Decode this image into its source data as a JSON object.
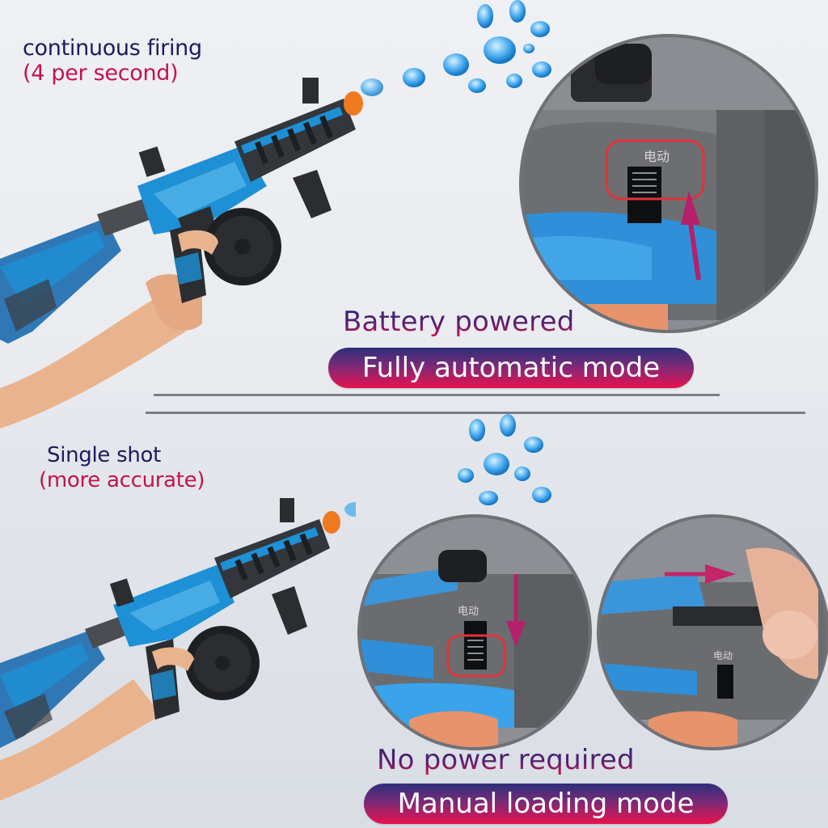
{
  "top_section": {
    "caption_line1": "continuous firing",
    "caption_line2": "(4 per second)",
    "headline": "Battery powered",
    "mode_pill": "Fully automatic mode",
    "closeup": {
      "switch_label": "电动",
      "highlight_color": "#e0343a",
      "arrow_color": "#b4206a",
      "arrow_direction": "up"
    }
  },
  "bottom_section": {
    "caption_line1": "Single shot",
    "caption_line2": "(more accurate)",
    "headline": "No power required",
    "mode_pill": "Manual loading mode",
    "closeup_left": {
      "switch_label": "电动",
      "highlight_color": "#e0343a",
      "arrow_color": "#b4206a",
      "arrow_direction": "down"
    },
    "closeup_right": {
      "switch_label": "电动",
      "arrow_color": "#c42468",
      "arrow_direction": "right"
    }
  },
  "colors": {
    "caption_primary": "#1f1a5c",
    "caption_accent": "#c2134f",
    "pill_top": "#2d2f7a",
    "pill_bottom": "#e8124e",
    "gun_blue": "#1e90d6",
    "gun_dark": "#2b2d31",
    "muzzle_orange": "#f07a1e",
    "divider": "#7b7f86"
  }
}
